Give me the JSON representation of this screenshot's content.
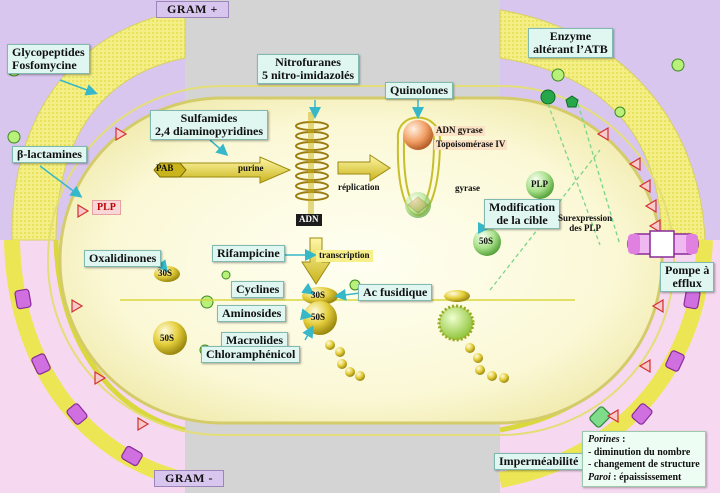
{
  "header": {
    "gram_pos": "GRAM +",
    "gram_neg": "GRAM -"
  },
  "labels": {
    "glycopeptides": "Glycopeptides",
    "fosfomycine": "Fosfomycine",
    "beta_lactamines": "β-lactamines",
    "plp_left": "PLP",
    "sulfamides": "Sulfamides",
    "diaminopyridines": "2,4 diaminopyridines",
    "pab": "PAB",
    "purine": "purine",
    "nitrofuranes": "Nitrofuranes",
    "nitroimidazoles": "5 nitro-imidazolés",
    "adn": "ADN",
    "replication": "réplication",
    "quinolones": "Quinolones",
    "adn_gyrase": "ADN gyrase",
    "topoisomerase": "Topoisomérase IV",
    "gyrase": "gyrase",
    "plp_right": "PLP",
    "modification_line1": "Modification",
    "modification_line2": "de la cible",
    "surexpression_line1": "Surexpression",
    "surexpression_line2": "des PLP",
    "ribo_50s_right": "50S",
    "enzyme_line1": "Enzyme",
    "enzyme_line2": "altérant l’ATB",
    "pompe_line1": "Pompe à",
    "pompe_line2": "efflux",
    "oxalidinones": "Oxalidinones",
    "ribo_30s_left": "30S",
    "ribo_50s_left": "50S",
    "rifampicine": "Rifampicine",
    "transcription": "transcription",
    "cyclines": "Cyclines",
    "ribo_30s_center": "30S",
    "ribo_50s_center": "50S",
    "ac_fusidique": "Ac fusidique",
    "aminosides": "Aminosides",
    "macrolides": "Macrolides",
    "chloramphenicol": "Chloramphénicol",
    "impermeabilite": "Imperméabilité"
  },
  "note": {
    "porines_title": "Porines",
    "porines_colon": " :",
    "item1": "- diminution du nombre",
    "item2": "- changement de structure",
    "paroi_title": "Paroi",
    "paroi_text": " : épaississement"
  },
  "colors": {
    "gram_pos_bg": "#d9c6ee",
    "gram_neg_bg": "#f6d8f0",
    "center_band": "#d6d6d6",
    "cell_fill": "#fbf9d9",
    "wall_yellow": "#e8e655",
    "label_box": "#dff6f1",
    "arrow_teal": "#37b8c8"
  }
}
